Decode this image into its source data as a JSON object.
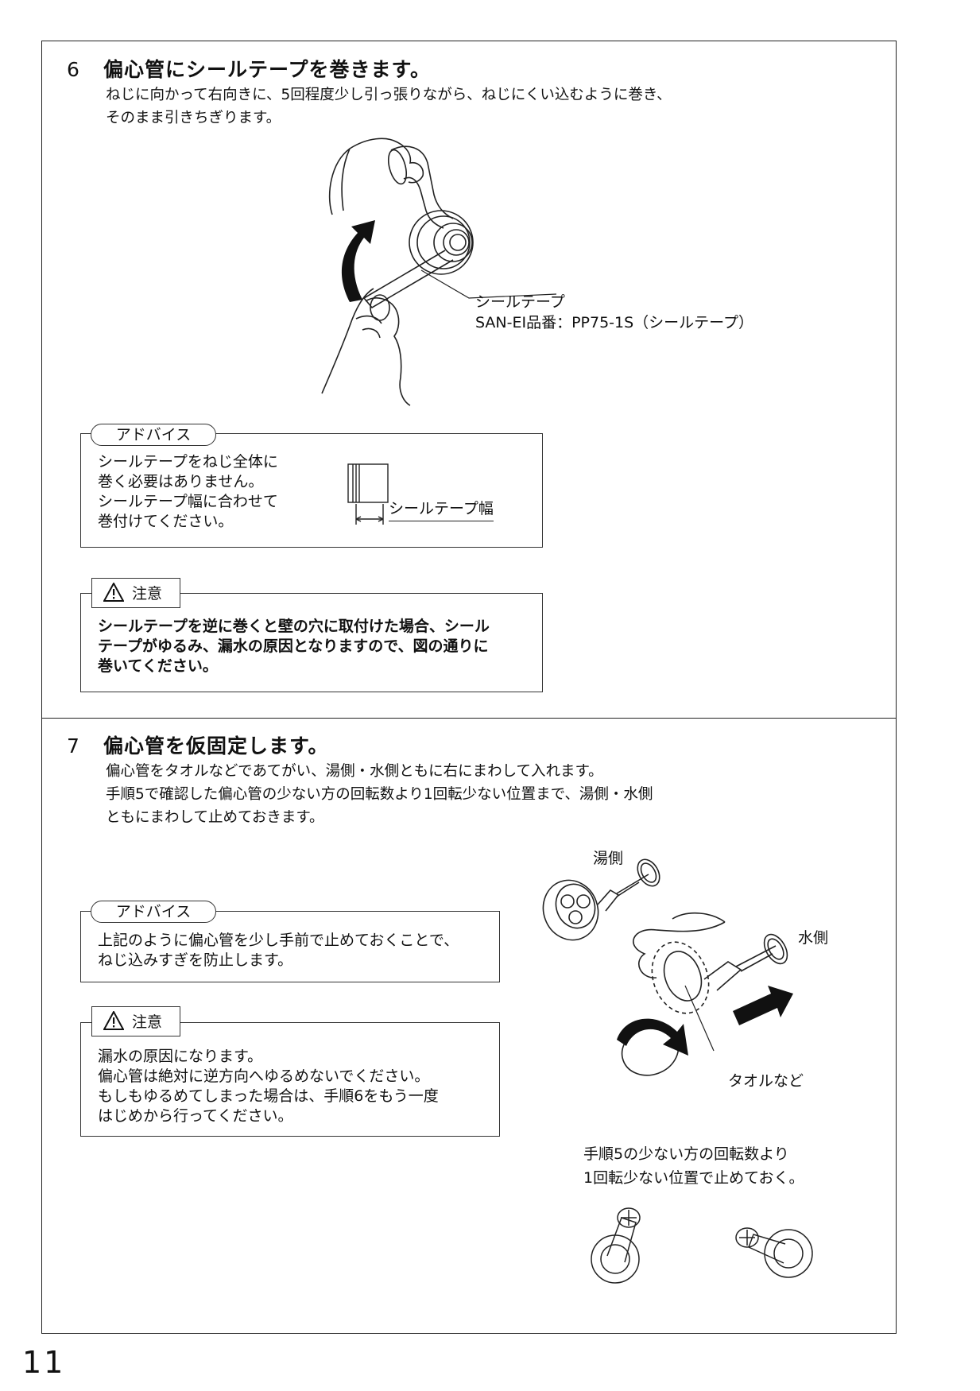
{
  "page_number": "11",
  "step6": {
    "number": "6",
    "title": "偏心管にシールテープを巻きます。",
    "lines": [
      "ねじに向かって右向きに、5回程度少し引っ張りながら、ねじにくい込むように巻き、",
      "そのまま引きちぎります。"
    ],
    "figure_label_line1": "シールテープ",
    "figure_label_line2": "SAN-EI品番：PP75-1S（シールテープ）",
    "advice": {
      "tag": "アドバイス",
      "lines": [
        "シールテープをねじ全体に",
        "巻く必要はありません。",
        "シールテープ幅に合わせて",
        "巻付けてください。"
      ],
      "width_label": "シールテープ幅"
    },
    "caution": {
      "tag": "注意",
      "lines": [
        "シールテープを逆に巻くと壁の穴に取付けた場合、シール",
        "テープがゆるみ、漏水の原因となりますので、図の通りに",
        "巻いてください。"
      ]
    }
  },
  "step7": {
    "number": "7",
    "title": "偏心管を仮固定します。",
    "lines": [
      "偏心管をタオルなどであてがい、湯側・水側ともに右にまわして入れます。",
      "手順5で確認した偏心管の少ない方の回転数より1回転少ない位置まで、湯側・水側",
      "ともにまわして止めておきます。"
    ],
    "advice": {
      "tag": "アドバイス",
      "lines": [
        "上記のように偏心管を少し手前で止めておくことで、",
        "ねじ込みすぎを防止します。"
      ]
    },
    "caution": {
      "tag": "注意",
      "lines": [
        "漏水の原因になります。",
        "偏心管は絶対に逆方向へゆるめないでください。",
        "もしもゆるめてしまった場合は、手順6をもう一度",
        "はじめから行ってください。"
      ]
    },
    "label_hot": "湯側",
    "label_cold": "水側",
    "label_towel": "タオルなど",
    "note_lines": [
      "手順5の少ない方の回転数より",
      "1回転少ない位置で止めておく。"
    ]
  }
}
